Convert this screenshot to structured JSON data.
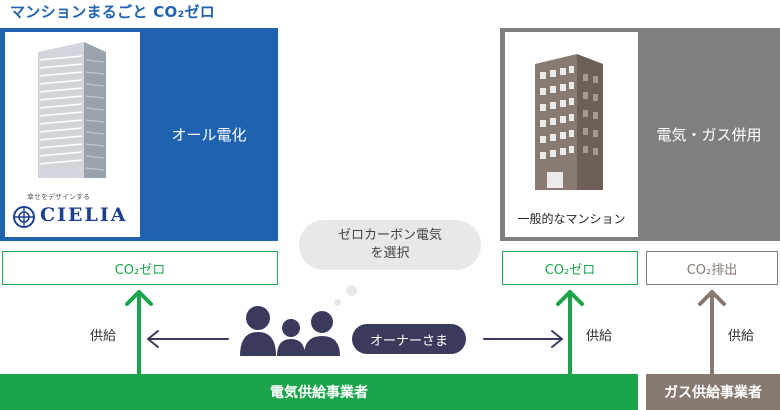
{
  "title": "マンションまるごと CO₂ゼロ",
  "left_panel": {
    "tagline": "幸せをデザインする",
    "brand": "CIELIA",
    "label": "オール電化"
  },
  "right_panel": {
    "caption": "一般的なマンション",
    "label": "電気・ガス併用"
  },
  "boxes": {
    "left_co2": "CO₂ゼロ",
    "mid_co2": "CO₂ゼロ",
    "right_co2": "CO₂排出"
  },
  "bubble": {
    "line1": "ゼロカーボン電気",
    "line2": "を選択"
  },
  "owner_label": "オーナーさま",
  "supply_left": "供給",
  "supply_mid": "供給",
  "supply_right": "供給",
  "bars": {
    "electric": "電気供給事業者",
    "gas": "ガス供給事業者"
  },
  "colors": {
    "blue": "#1f63b0",
    "green": "#1aa34a",
    "gray": "#7f7f7f",
    "brown": "#877870",
    "navy": "#3a3a5c"
  }
}
